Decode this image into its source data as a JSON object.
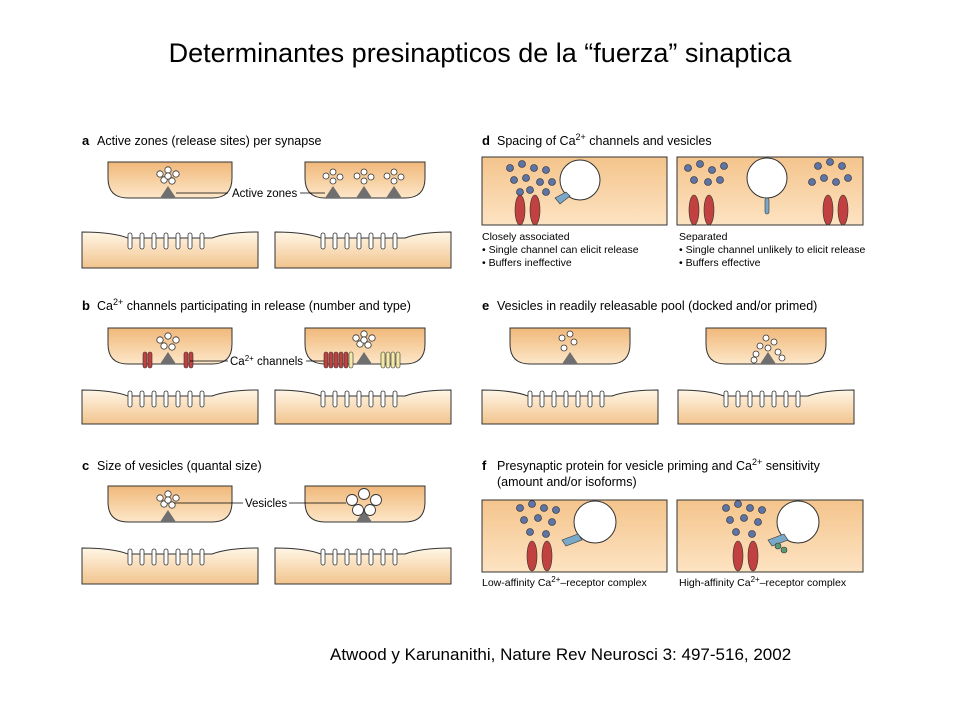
{
  "slide": {
    "title": "Determinantes presinapticos de la “fuerza” sinaptica",
    "citation": "Atwood y Karunanithi, Nature Rev Neurosci 3: 497-516, 2002"
  },
  "panels": {
    "a": {
      "letter": "a",
      "heading": "Active zones (release sites) per synapse",
      "callout": "Active zones"
    },
    "b": {
      "letter": "b",
      "heading_ca": "Ca",
      "heading_sup": "2+",
      "heading_rest": " channels participating in release (number and type)",
      "callout_ca": "Ca",
      "callout_sup": "2+",
      "callout_rest": " channels"
    },
    "c": {
      "letter": "c",
      "heading": "Size of vesicles (quantal size)",
      "callout": "Vesicles"
    },
    "d": {
      "letter": "d",
      "heading_pre": "Spacing of Ca",
      "heading_sup": "2+",
      "heading_post": " channels and vesicles",
      "left_caption": [
        "Closely associated",
        "• Single channel can elicit release",
        "• Buffers ineffective"
      ],
      "right_caption": [
        "Separated",
        "• Single channel unlikely to elicit release",
        "• Buffers effective"
      ]
    },
    "e": {
      "letter": "e",
      "heading": "Vesicles in readily releasable pool (docked and/or primed)"
    },
    "f": {
      "letter": "f",
      "heading_pre": "Presynaptic protein for vesicle priming and Ca",
      "heading_sup": "2+",
      "heading_post": " sensitivity",
      "heading_line2": "(amount and/or isoforms)",
      "left_caption_pre": "Low-affinity Ca",
      "left_caption_sup": "2+",
      "left_caption_post": "–receptor complex",
      "right_caption_pre": "High-affinity Ca",
      "right_caption_sup": "2+",
      "right_caption_post": "–receptor complex"
    }
  },
  "colors": {
    "terminal_top": "#f0b87a",
    "terminal_bottom": "#fde7c9",
    "membrane_fill": "#fff4e2",
    "channel": "#c0413f",
    "vesicle_blue": "#5d74a8",
    "zone": "#6f6f6f",
    "receptor": "#7aa8c8",
    "outline": "#333333"
  }
}
